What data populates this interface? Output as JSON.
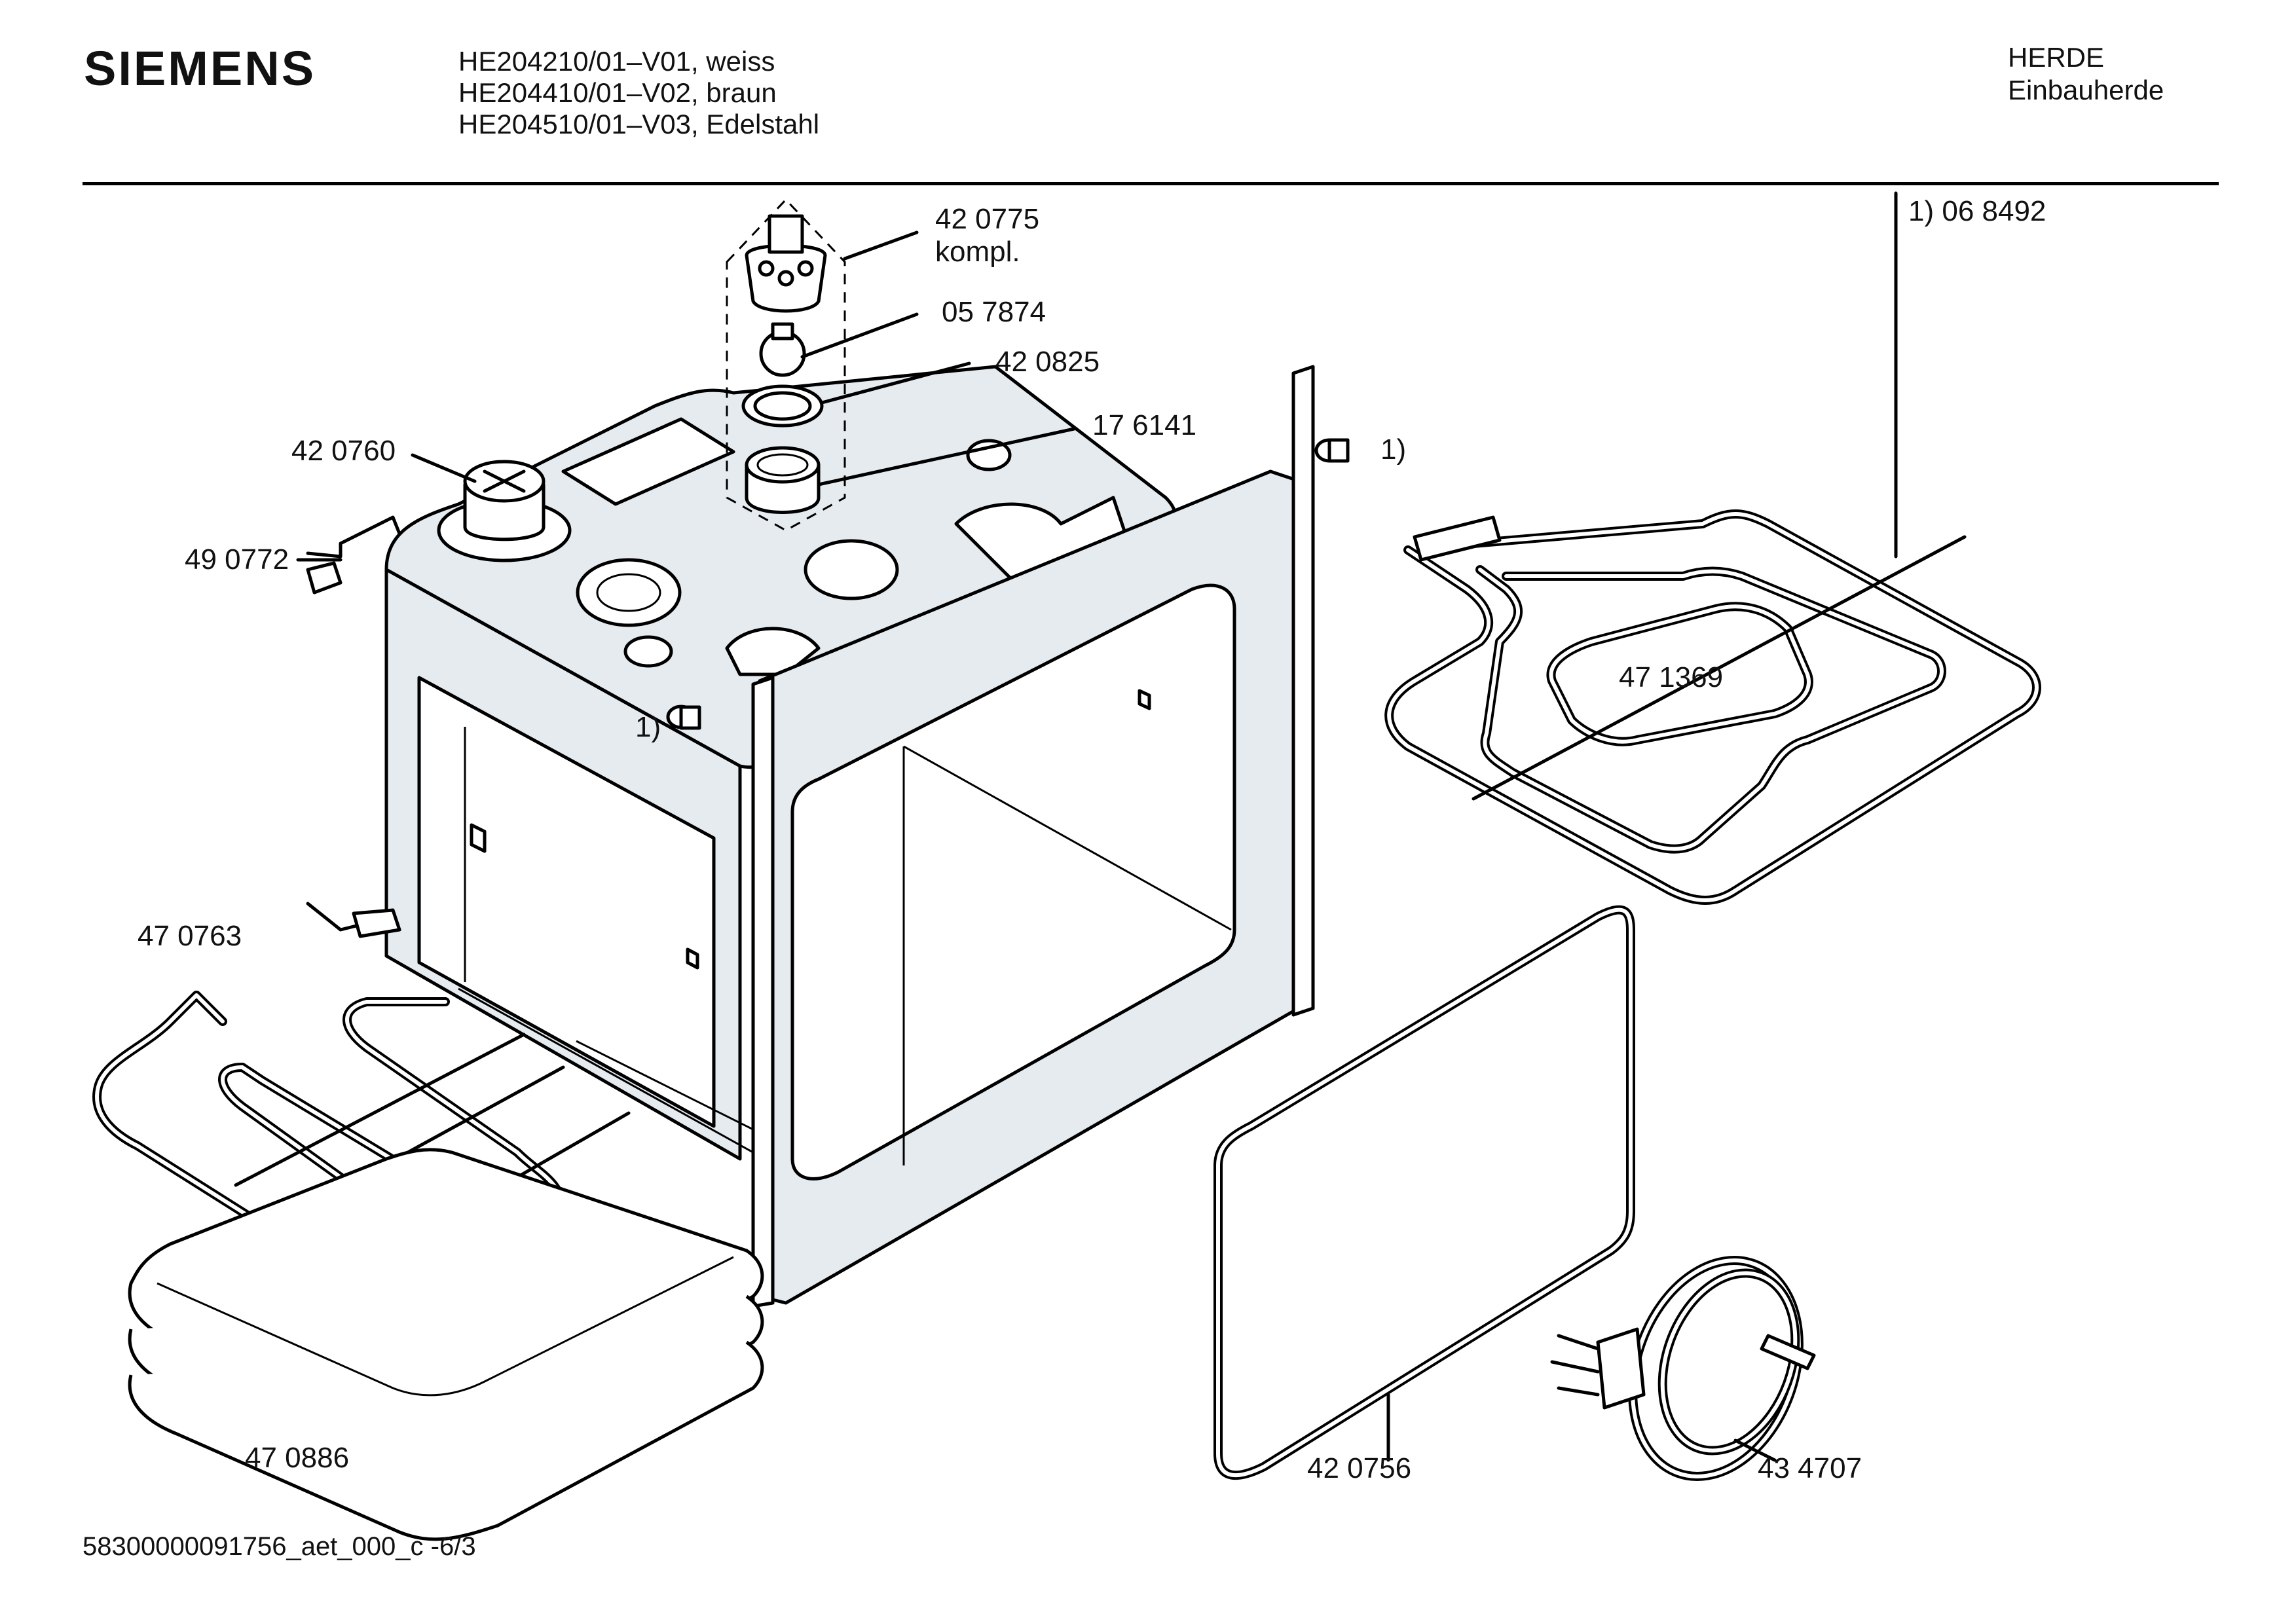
{
  "header": {
    "brand": "SIEMENS",
    "models": [
      "HE204210/01–V01, weiss",
      "HE204410/01–V02, braun",
      "HE204510/01–V03, Edelstahl"
    ],
    "category": "HERDE",
    "subcategory": "Einbauherde"
  },
  "note": "1) 06 8492",
  "parts": [
    {
      "number": "42 0775",
      "sub": "kompl."
    },
    {
      "number": "05 7874"
    },
    {
      "number": "42 0825"
    },
    {
      "number": "17 6141"
    },
    {
      "number": "42 0760"
    },
    {
      "number": "49 0772"
    },
    {
      "number": "47 1369"
    },
    {
      "number": "47 0763"
    },
    {
      "number": "47 0886"
    },
    {
      "number": "42 0756"
    },
    {
      "number": "43 4707"
    }
  ],
  "footnote_marker": "1)",
  "footer": "58300000091756_aet_000_c  -6/3"
}
